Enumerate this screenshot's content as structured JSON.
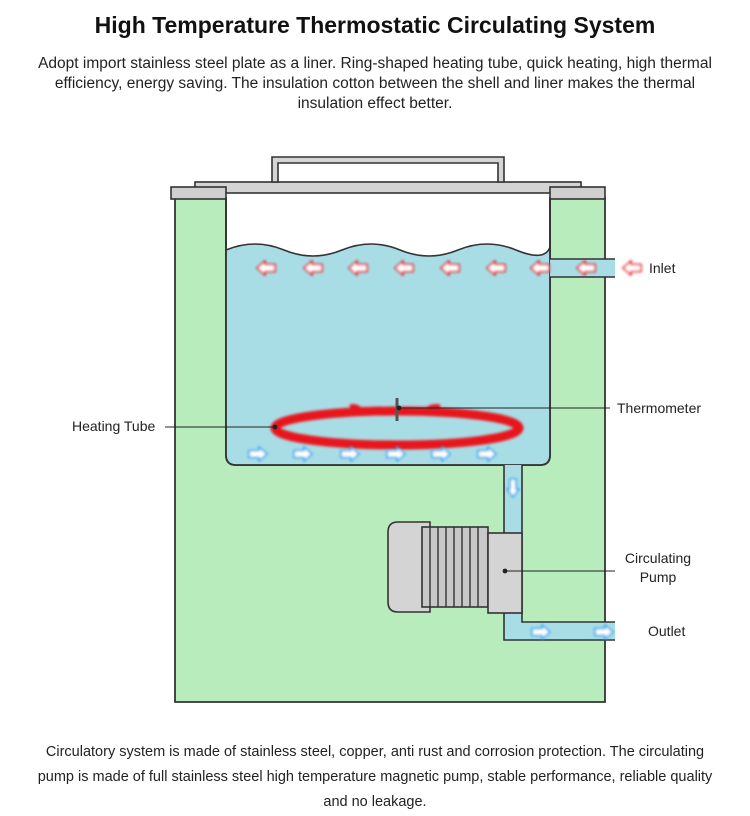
{
  "title": "High Temperature Thermostatic Circulating System",
  "intro": "Adopt import stainless steel plate as a liner. Ring-shaped heating tube, quick heating, high thermal efficiency, energy saving. The insulation cotton between the shell and liner makes the thermal insulation effect better.",
  "labels": {
    "inlet": "Inlet",
    "thermometer": "Thermometer",
    "heating_tube": "Heating Tube",
    "pump_line1": "Circulating",
    "pump_line2": "Pump",
    "outlet": "Outlet"
  },
  "footer": "Circulatory system is made of stainless steel, copper, anti rust and corrosion protection. The circulating pump is made of full stainless steel high temperature magnetic pump, stable performance, reliable quality and no leakage.",
  "colors": {
    "insulation": "#b8ecbc",
    "water": "#a9dde6",
    "heater": "#e8191f",
    "hot_arrow": "#e8191f",
    "cold_arrow": "#39a9ef",
    "pump": "#d9d9d9"
  }
}
